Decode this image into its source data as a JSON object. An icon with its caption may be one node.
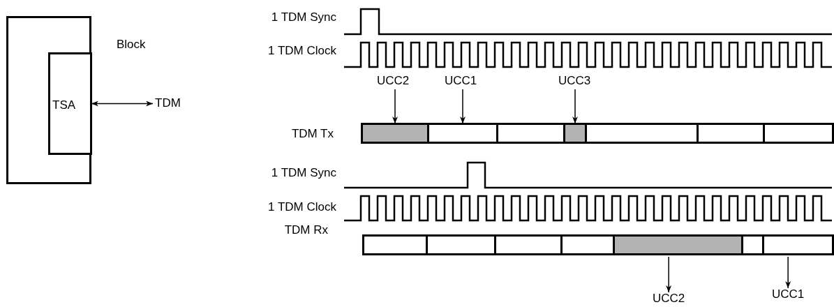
{
  "diagram": {
    "nodes": [
      {
        "text": [
          "Block"
        ]
      },
      {
        "text": [
          "TSA"
        ],
        "in": 0
      },
      {
        "text": [
          "TDM"
        ]
      },
      {
        "text": [
          "UCC2"
        ]
      },
      {
        "text": [
          "UCC1"
        ]
      },
      {
        "text": [
          "UCC3"
        ]
      },
      {
        "text": [],
        "shape": "box"
      },
      {
        "text": [],
        "shape": "box"
      },
      {
        "text": [],
        "shape": "box"
      },
      {
        "text": [],
        "shape": "box"
      },
      {
        "text": [],
        "shape": "box"
      },
      {
        "text": [],
        "shape": "box"
      },
      {
        "text": [],
        "shape": "box"
      },
      {
        "text": [],
        "shape": "box"
      },
      {
        "text": [],
        "shape": "box"
      },
      {
        "text": [],
        "shape": "box"
      },
      {
        "text": [],
        "shape": "box"
      },
      {
        "text": [],
        "shape": "box"
      },
      {
        "text": [],
        "shape": "box"
      },
      {
        "text": [],
        "shape": "box"
      },
      {
        "text": [
          "UCC2"
        ]
      },
      {
        "text": [
          "UCC1"
        ]
      }
    ],
    "edges": [
      {
        "from": 1,
        "to": 2,
        "arrow": "both"
      },
      {
        "from": 3,
        "to": 6,
        "arrow": "to"
      },
      {
        "from": 4,
        "to": 7,
        "arrow": "to"
      },
      {
        "from": 5,
        "to": 9,
        "arrow": "to"
      },
      {
        "from": 17,
        "to": 20,
        "arrow": "to"
      },
      {
        "from": 19,
        "to": 21,
        "arrow": "to"
      }
    ],
    "labels": [
      "1 TDM Sync",
      "1 TDM Clock",
      "TDM Tx",
      "1 TDM Sync",
      "1 TDM Clock",
      "TDM Rx"
    ]
  }
}
